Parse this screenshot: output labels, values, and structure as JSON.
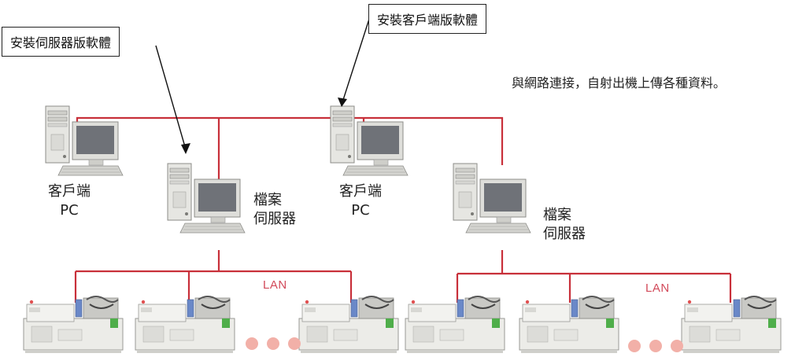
{
  "callouts": {
    "server_software": "安裝伺服器版軟體",
    "client_software": "安裝客戶端版軟體"
  },
  "note": "與網路連接，自射出機上傳各種資料。",
  "nodes": {
    "client_pc_1": {
      "line1": "客戶端",
      "line2": "PC"
    },
    "file_server_1": {
      "line1": "檔案",
      "line2": "伺服器"
    },
    "client_pc_2": {
      "line1": "客戶端",
      "line2": "PC"
    },
    "file_server_2": {
      "line1": "檔案",
      "line2": "伺服器"
    }
  },
  "lan_labels": [
    "LAN",
    "LAN"
  ],
  "icons": {
    "computer": "desktop-computer-icon",
    "machine": "injection-molding-machine-icon",
    "ellipsis": "more-dots-icon"
  },
  "colors": {
    "network_line": "#c8303a",
    "dots": "#f2b0a8",
    "lan_text": "#d24a5a"
  }
}
